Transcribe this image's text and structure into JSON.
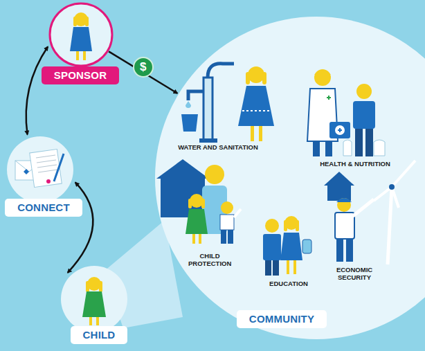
{
  "diagram": {
    "nodes": [
      {
        "text": [
          "SPONSOR"
        ]
      },
      {
        "text": [
          "CONNECT"
        ]
      },
      {
        "text": [
          "CHILD"
        ]
      },
      {
        "text": [
          "COMMUNITY"
        ]
      }
    ],
    "edges": [
      {
        "from": 0,
        "to": 3,
        "label": "$",
        "arrow": "to"
      },
      {
        "from": 0,
        "to": 1,
        "arrow": "both"
      },
      {
        "from": 1,
        "to": 2,
        "arrow": "both"
      }
    ],
    "labels": [
      "WATER AND SANITATION",
      "HEALTH & NUTRITION",
      "CHILD PROTECTION",
      "EDUCATION",
      "ECONOMIC SECURITY"
    ]
  }
}
